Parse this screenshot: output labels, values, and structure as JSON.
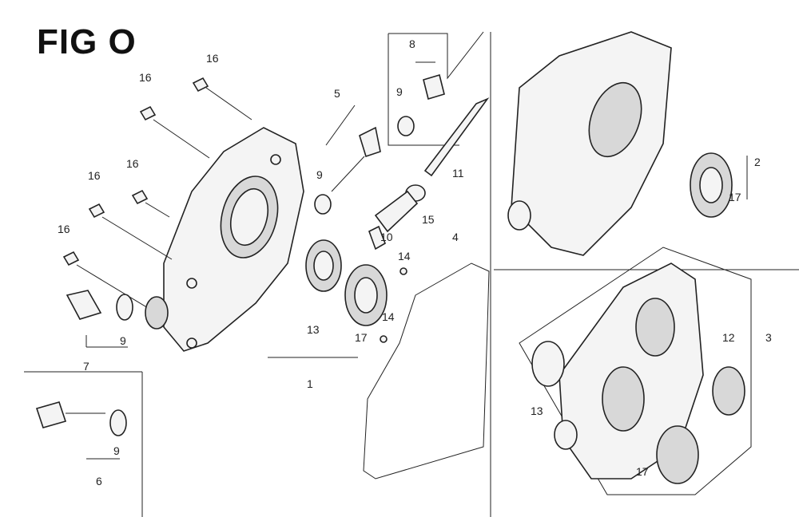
{
  "title": "FIG O",
  "callouts": [
    {
      "id": "c16a",
      "text": "16"
    },
    {
      "id": "c16b",
      "text": "16"
    },
    {
      "id": "c16c",
      "text": "16"
    },
    {
      "id": "c16d",
      "text": "16"
    },
    {
      "id": "c16e",
      "text": "16"
    },
    {
      "id": "c5",
      "text": "5"
    },
    {
      "id": "c9a",
      "text": "9"
    },
    {
      "id": "c8",
      "text": "8"
    },
    {
      "id": "c9b",
      "text": "9"
    },
    {
      "id": "c11",
      "text": "11"
    },
    {
      "id": "c15",
      "text": "15"
    },
    {
      "id": "c10",
      "text": "10"
    },
    {
      "id": "c4",
      "text": "4"
    },
    {
      "id": "c14a",
      "text": "14"
    },
    {
      "id": "c14b",
      "text": "14"
    },
    {
      "id": "c13a",
      "text": "13"
    },
    {
      "id": "c17a",
      "text": "17"
    },
    {
      "id": "c1",
      "text": "1"
    },
    {
      "id": "c9c",
      "text": "9"
    },
    {
      "id": "c7",
      "text": "7"
    },
    {
      "id": "c9d",
      "text": "9"
    },
    {
      "id": "c6",
      "text": "6"
    },
    {
      "id": "c2",
      "text": "2"
    },
    {
      "id": "c17b",
      "text": "17"
    },
    {
      "id": "c3",
      "text": "3"
    },
    {
      "id": "c12",
      "text": "12"
    },
    {
      "id": "c13b",
      "text": "13"
    },
    {
      "id": "c17c",
      "text": "17"
    }
  ]
}
